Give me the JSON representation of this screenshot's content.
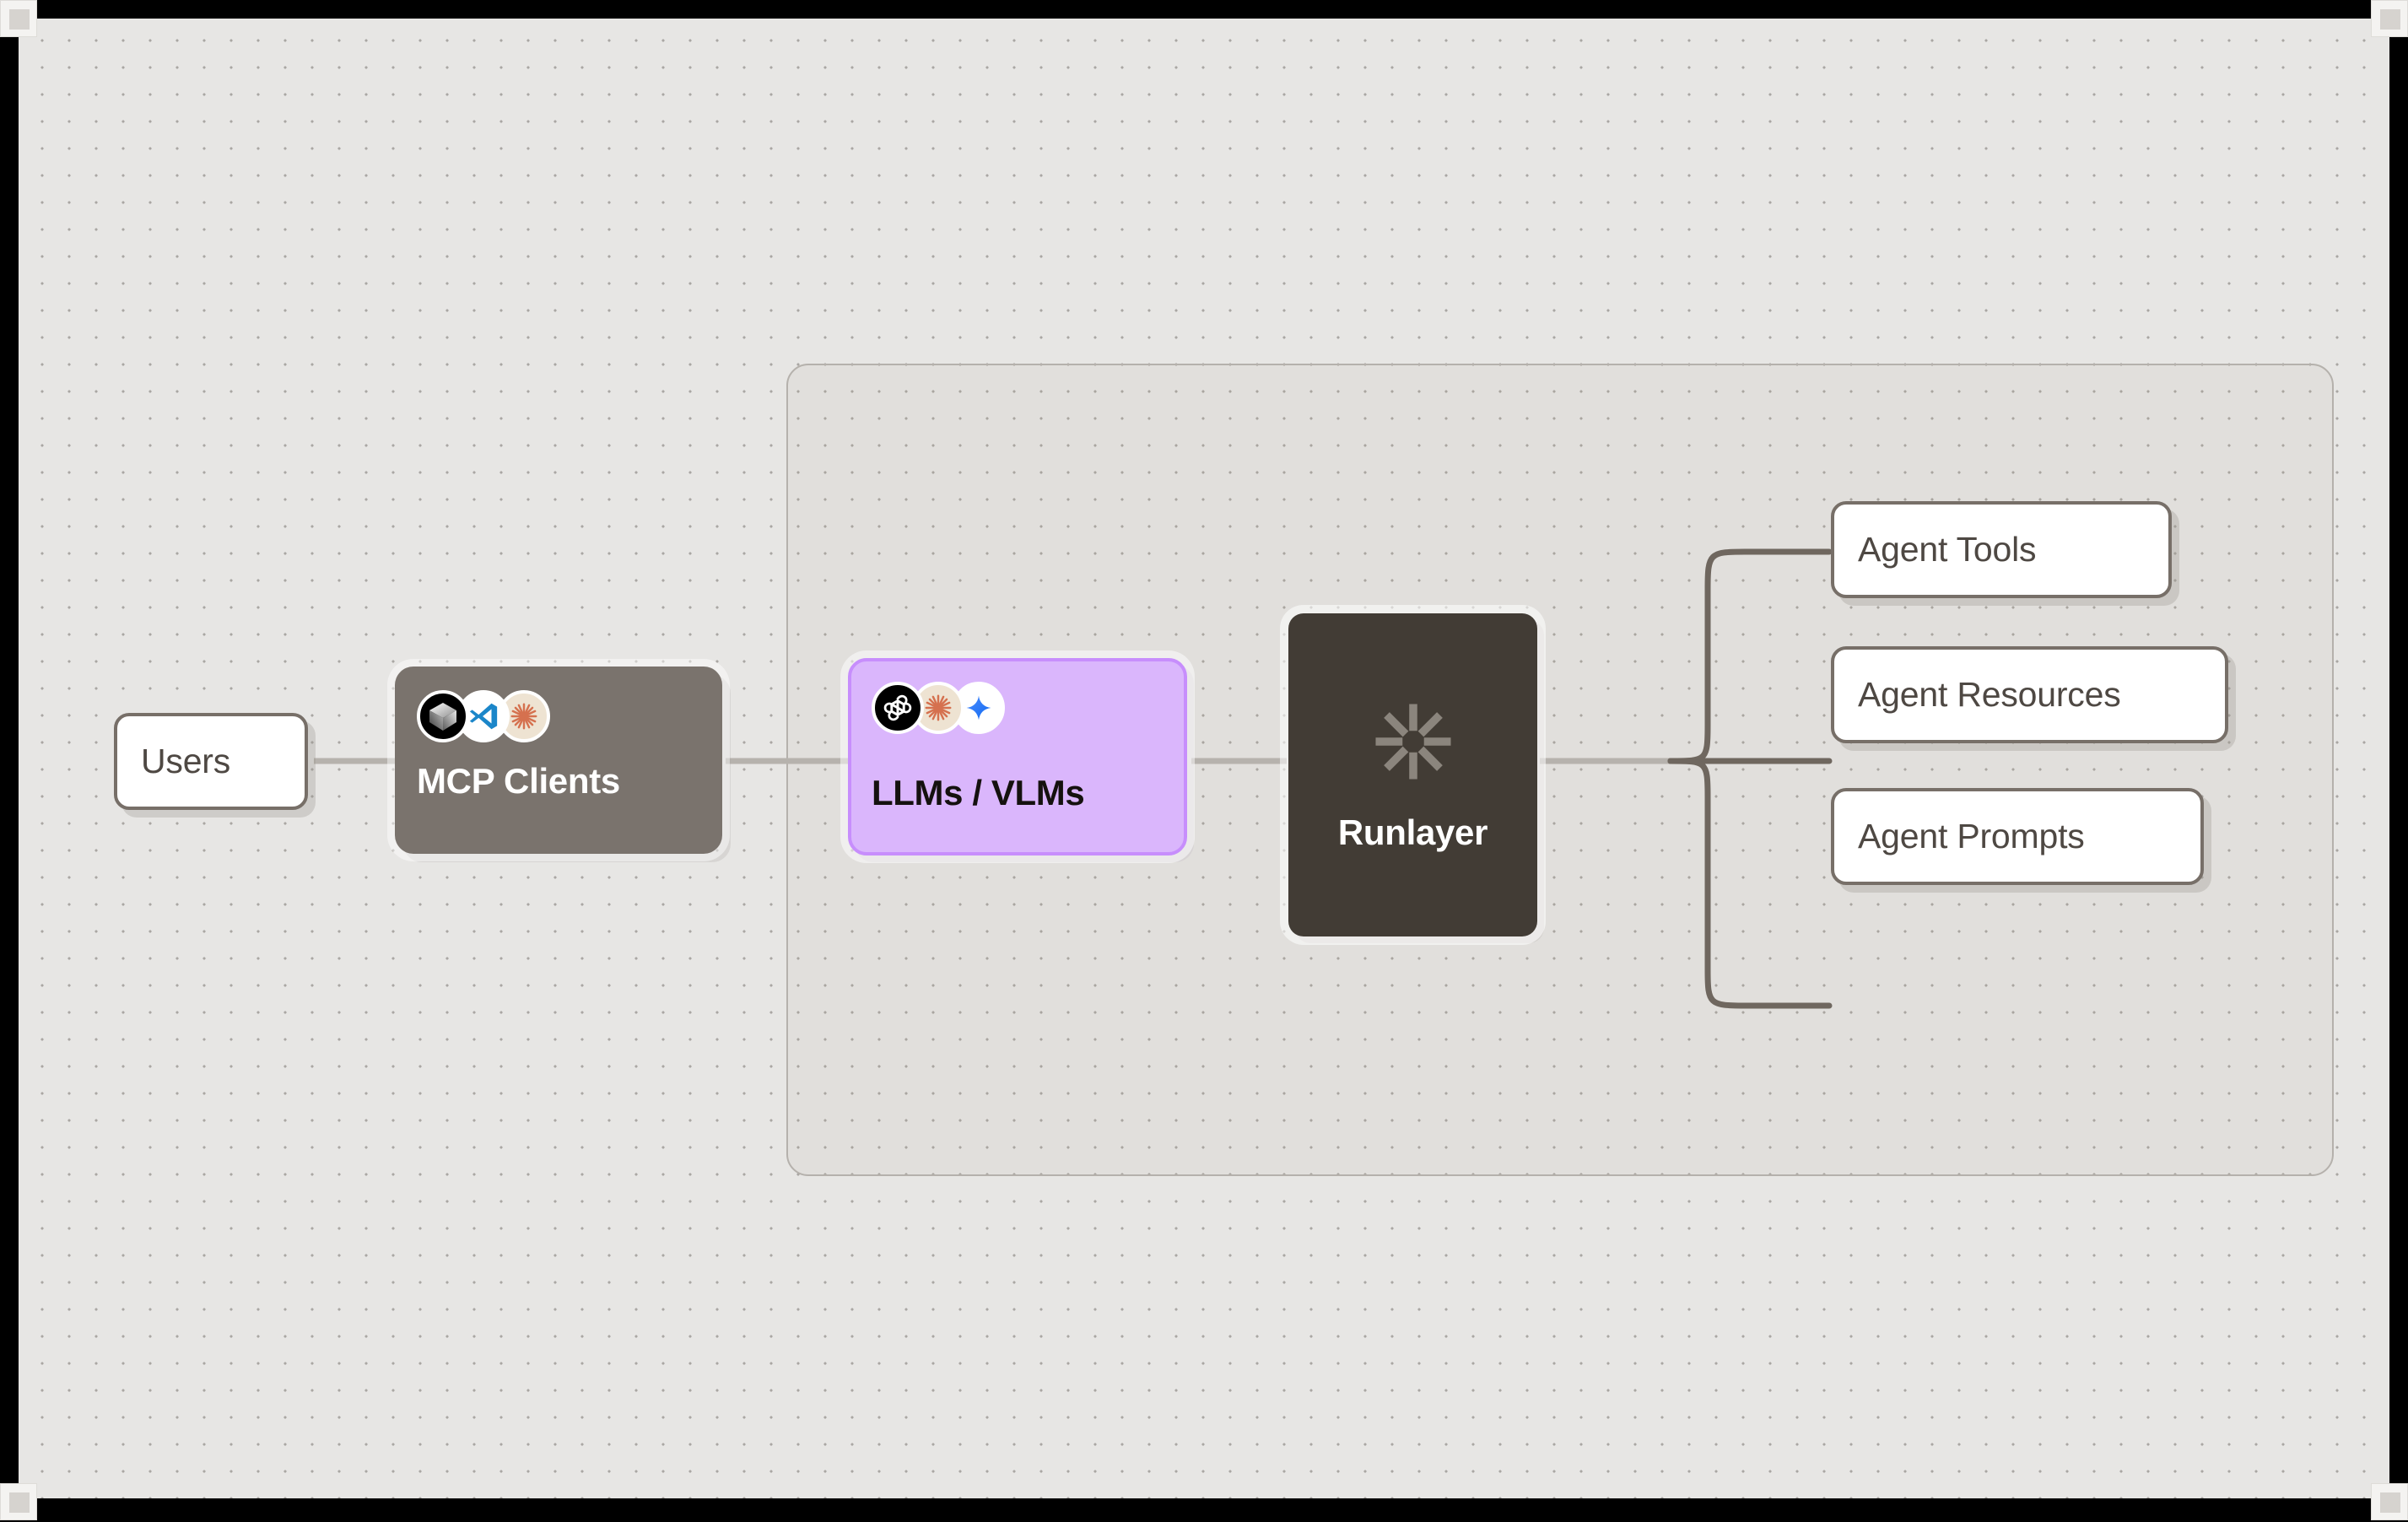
{
  "diagram": {
    "title": "Runlayer MCP architecture flow",
    "background_color": "#e7e6e4",
    "accent_purple": "#dab6fc",
    "accent_dark": "#423c35",
    "accent_brown": "#7a736d",
    "border_color": "#776f68"
  },
  "nodes": {
    "users": {
      "label": "Users",
      "style": "white-outlined-box"
    },
    "mcp_clients": {
      "label": "MCP Clients",
      "style": "brown-filled-box",
      "icons": [
        {
          "name": "cursor-icon",
          "title": "Cursor"
        },
        {
          "name": "vscode-icon",
          "title": "Visual Studio Code"
        },
        {
          "name": "claude-icon",
          "title": "Claude"
        }
      ]
    },
    "llms_vlms": {
      "label": "LLMs / VLMs",
      "style": "purple-filled-box",
      "icons": [
        {
          "name": "openai-icon",
          "title": "OpenAI"
        },
        {
          "name": "claude-icon",
          "title": "Claude"
        },
        {
          "name": "gemini-icon",
          "title": "Gemini"
        }
      ]
    },
    "runlayer": {
      "label": "Runlayer",
      "style": "dark-filled-box",
      "icon": {
        "name": "runlayer-asterisk-icon",
        "title": "Runlayer mark"
      }
    },
    "agent_tools": {
      "label": "Agent Tools",
      "style": "white-outlined-box"
    },
    "agent_resources": {
      "label": "Agent Resources",
      "style": "white-outlined-box"
    },
    "agent_prompts": {
      "label": "Agent Prompts",
      "style": "white-outlined-box"
    }
  },
  "edges": [
    {
      "from": "users",
      "to": "mcp_clients",
      "style": "straight-light"
    },
    {
      "from": "mcp_clients",
      "to": "llms_vlms",
      "style": "straight-light"
    },
    {
      "from": "llms_vlms",
      "to": "runlayer",
      "style": "straight-light"
    },
    {
      "from": "runlayer",
      "to": "agent_tools",
      "style": "branch-up"
    },
    {
      "from": "runlayer",
      "to": "agent_resources",
      "style": "branch-straight"
    },
    {
      "from": "runlayer",
      "to": "agent_prompts",
      "style": "branch-down"
    }
  ],
  "group": {
    "name": "runlayer-scope-container",
    "label": ""
  },
  "canvas": {
    "handles": [
      "top-left",
      "top-right",
      "bottom-left",
      "bottom-right"
    ]
  }
}
